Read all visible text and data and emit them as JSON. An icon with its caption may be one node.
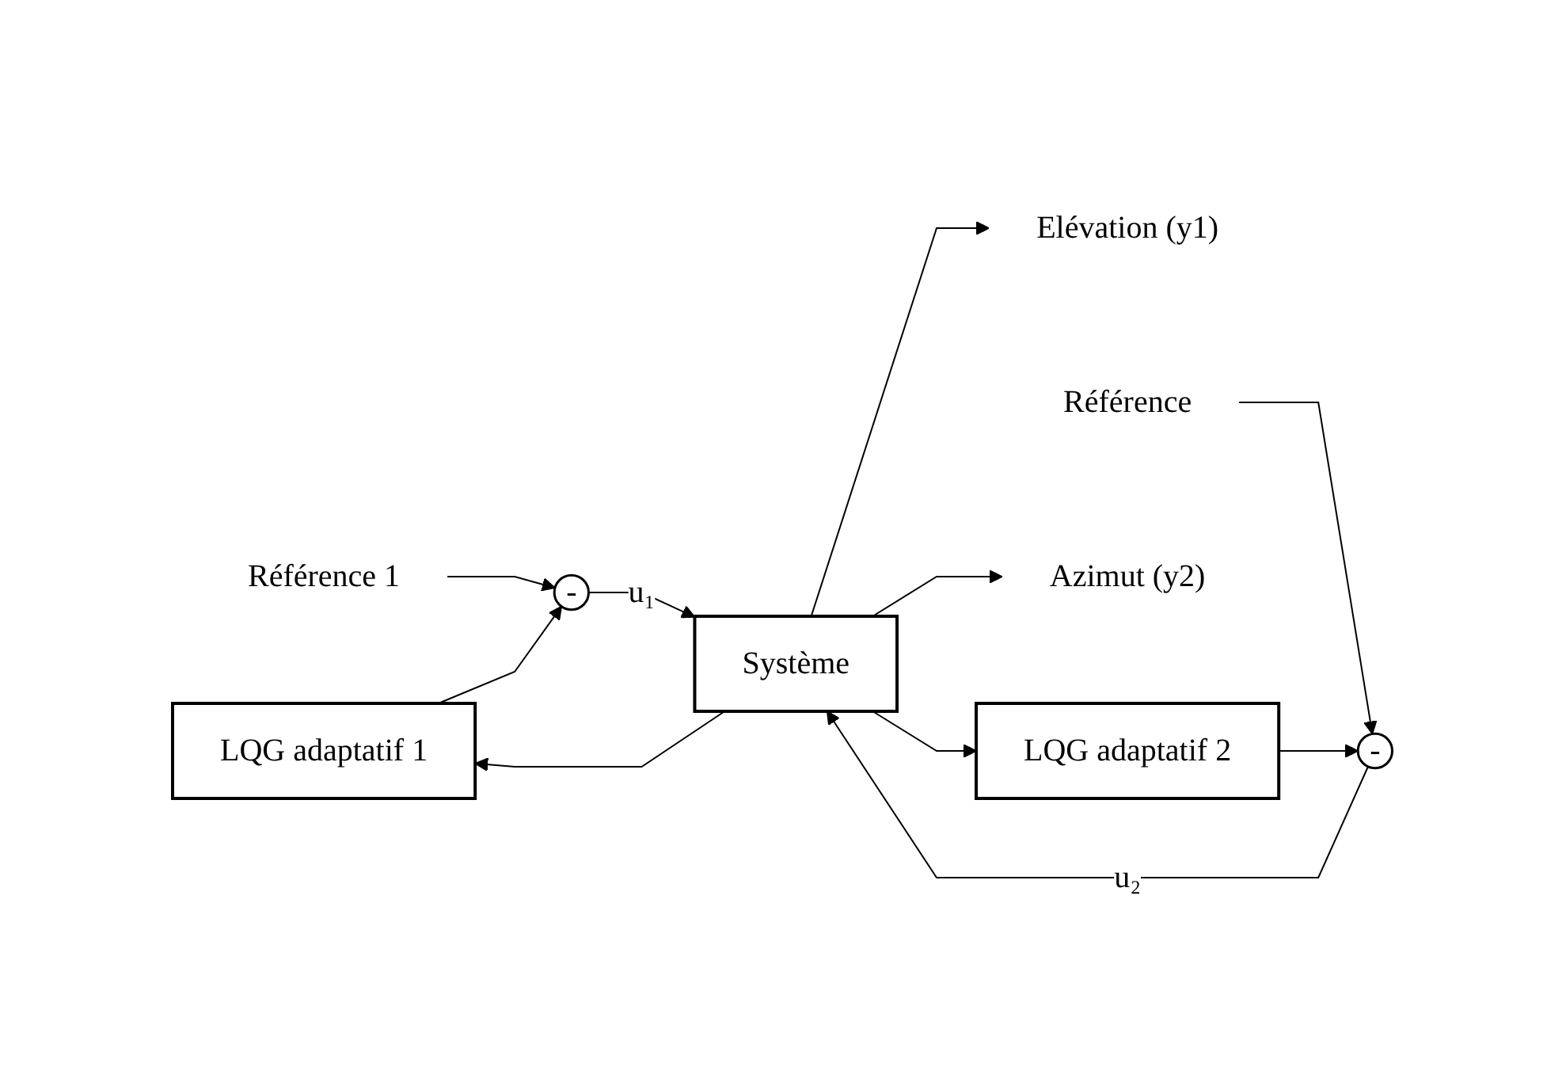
{
  "diagram": {
    "nodes": [
      {
        "text": [
          "LQG adaptatif 1"
        ]
      },
      {
        "text": [
          "Référence 1"
        ]
      },
      {
        "text": [
          "-"
        ]
      },
      {
        "text": [
          "Système"
        ]
      },
      {
        "text": [
          "Elévation (y1)"
        ]
      },
      {
        "text": [
          "Référence"
        ]
      },
      {
        "text": [
          "-"
        ]
      },
      {
        "text": [
          "Azimut (y2)"
        ]
      },
      {
        "text": [
          "LQG adaptatif 2"
        ]
      }
    ],
    "edges": [
      {
        "from": 1,
        "to": 2,
        "arrow": "to"
      },
      {
        "from": 0,
        "to": 2,
        "arrow": "to"
      },
      {
        "from": 2,
        "to": 3,
        "label": "u₁",
        "arrow": "to"
      },
      {
        "from": 3,
        "to": 4,
        "arrow": "to"
      },
      {
        "from": 3,
        "to": 0,
        "arrow": "to"
      },
      {
        "from": 5,
        "to": 6,
        "arrow": "to"
      },
      {
        "from": 8,
        "to": 6,
        "arrow": "to"
      },
      {
        "from": 6,
        "to": 3,
        "label": "u₂",
        "arrow": "to"
      },
      {
        "from": 3,
        "to": 7,
        "arrow": "to"
      },
      {
        "from": 3,
        "to": 8,
        "arrow": "to"
      }
    ]
  }
}
